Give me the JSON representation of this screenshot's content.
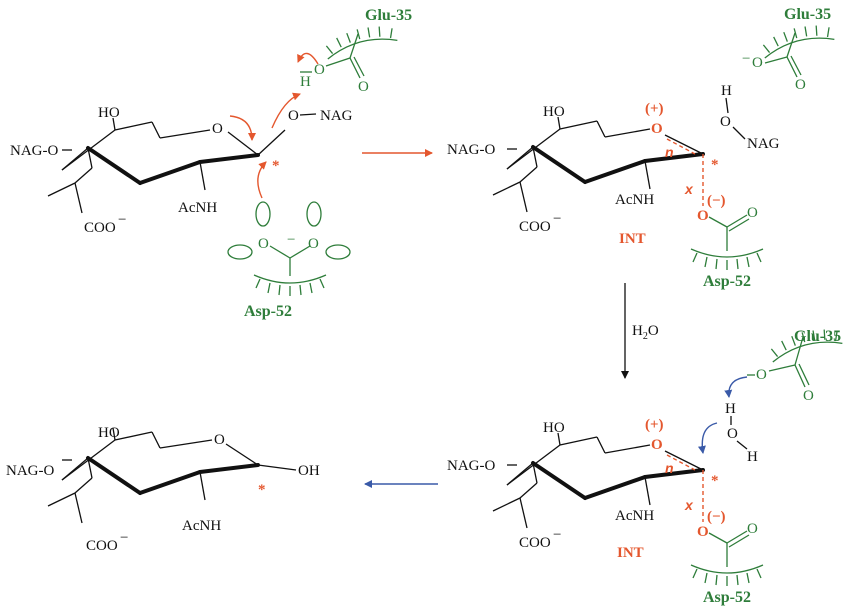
{
  "colors": {
    "enzyme": "#2e7d3a",
    "electrons": "#e4572e",
    "water_attack": "#3a5aa8",
    "structure": "#111111"
  },
  "substrate": {
    "ho": "HO",
    "nag_o": "NAG-O",
    "ring_o": "O",
    "glyco_o": "O",
    "glyco_nag": "NAG",
    "acnh": "AcNH",
    "coo": "COO",
    "coo_charge": "−",
    "star": "*"
  },
  "glu": {
    "label": "Glu-35",
    "h": "H",
    "o1": "O",
    "o2": "O",
    "minus": "−"
  },
  "asp": {
    "label": "Asp-52",
    "o": "O",
    "minus": "−"
  },
  "intermediate": {
    "label": "INT",
    "plus": "(+)",
    "minus": "(−)",
    "n": "n",
    "x": "x"
  },
  "leaving": {
    "h": "H",
    "o": "O",
    "nag": "NAG"
  },
  "water": {
    "reagent": "H",
    "reagent_sub": "2",
    "reagent_o": "O",
    "h1": "H",
    "o": "O",
    "h2": "H"
  },
  "product": {
    "oh": "OH"
  }
}
